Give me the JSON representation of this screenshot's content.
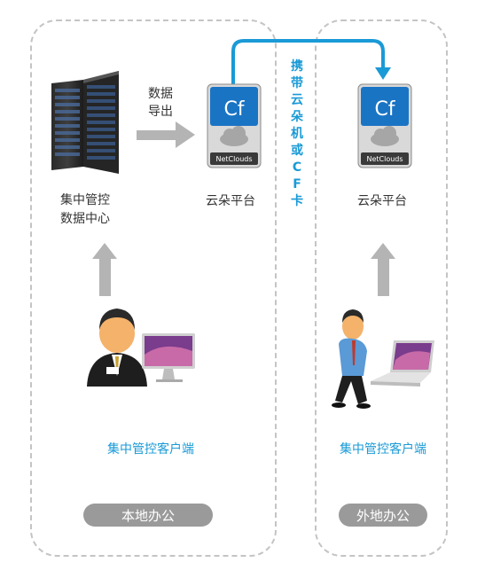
{
  "regions": {
    "local": {
      "label": "本地办公"
    },
    "remote": {
      "label": "外地办公"
    }
  },
  "datacenter": {
    "label_line1": "集中管控",
    "label_line2": "数据中心"
  },
  "export_arrow": {
    "label_line1": "数据",
    "label_line2": "导出"
  },
  "platform_local": {
    "logo": "Cf",
    "brand": "NetClouds",
    "label": "云朵平台"
  },
  "platform_remote": {
    "logo": "Cf",
    "brand": "NetClouds",
    "label": "云朵平台"
  },
  "carry_link": {
    "chars": [
      "携",
      "带",
      "云",
      "朵",
      "机",
      "或",
      "C",
      "F",
      "卡"
    ]
  },
  "client_local": {
    "label": "集中管控客户端"
  },
  "client_remote": {
    "label": "集中管控客户端"
  },
  "colors": {
    "accent": "#1a9ad6",
    "arrow_gray": "#b4b4b4",
    "pill": "#9a9a9a",
    "border": "#c4c4c4"
  }
}
